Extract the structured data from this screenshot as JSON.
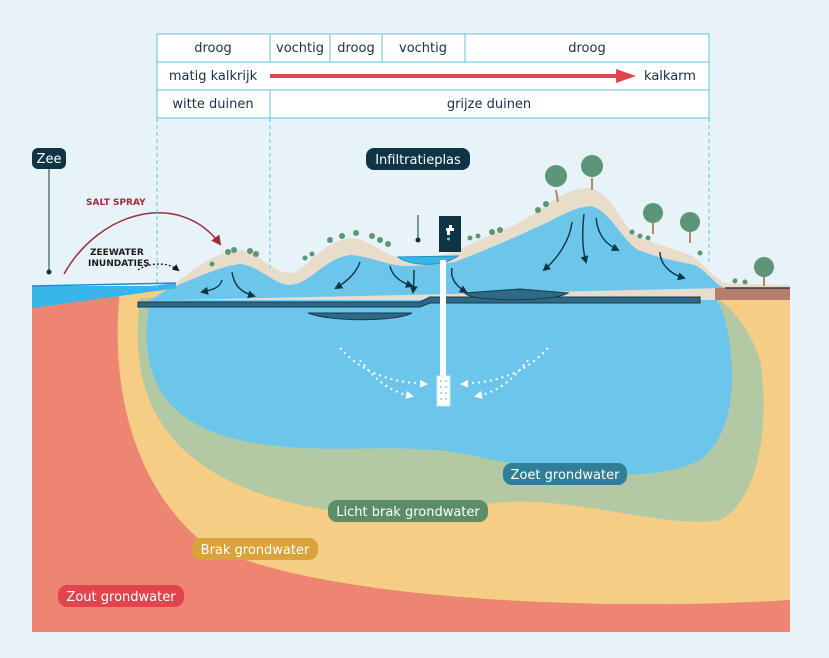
{
  "table": {
    "row1": [
      "droog",
      "vochtig",
      "droog",
      "vochtig",
      "droog"
    ],
    "row2_left": "matig kalkrijk",
    "row2_right": "kalkarm",
    "row3": [
      "witte duinen",
      "grijze duinen"
    ]
  },
  "labels": {
    "zee": "Zee",
    "infiltratieplas": "Infiltratieplas",
    "salt_spray": "SALT SPRAY",
    "zeewater_line1": "ZEEWATER",
    "zeewater_line2": "INUNDATIES"
  },
  "zones": {
    "zoet": "Zoet grondwater",
    "licht_brak": "Licht brak grondwater",
    "brak": "Brak grondwater",
    "zout": "Zout grondwater"
  },
  "colors": {
    "accent_red": "#e2444d",
    "salt_spray": "#9b2d3a",
    "zoet": "#6cc6ec",
    "zoet_label": "#2e7f97",
    "licht_brak": "#b2c9a3",
    "licht_brak_label": "#5c8d69",
    "brak": "#f6cd84",
    "brak_label": "#d9a23b",
    "zout": "#ee8472",
    "zout_label": "#e2444d",
    "dark_label": "#0f3443",
    "table_line": "#5cc4d8",
    "sand": "#e8dccb",
    "tree": "#5c9577"
  },
  "icons": [
    "tap-icon",
    "well-filter-icon",
    "tree-icon",
    "vegetation-icon"
  ]
}
